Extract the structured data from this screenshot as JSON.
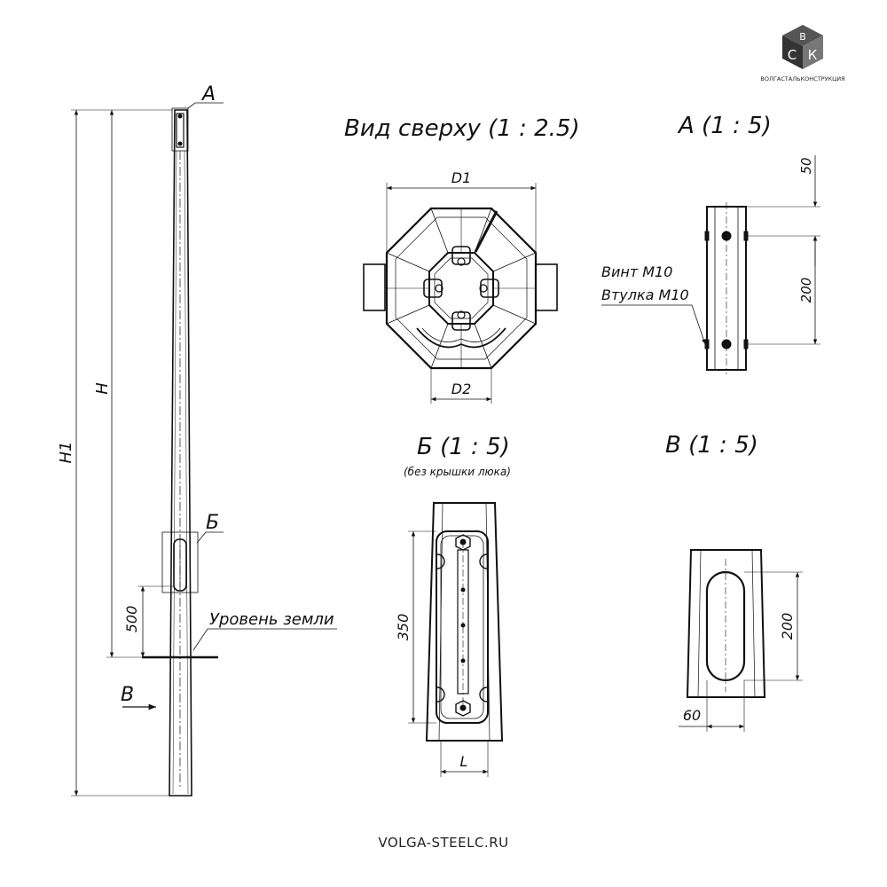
{
  "logo": {
    "letters": [
      "В",
      "С",
      "К"
    ],
    "company": "ВОЛГАСТАЛЬКОНСТРУКЦИЯ"
  },
  "footer": {
    "url": "VOLGA-STEELC.RU"
  },
  "pole": {
    "labels": {
      "a": "А",
      "b": "Б",
      "v": "В",
      "h": "H",
      "h1": "H1",
      "d500": "500",
      "ground": "Уровень земли"
    }
  },
  "views": {
    "top": {
      "title": "Вид сверху (1 : 2.5)",
      "d1": "D1",
      "d2": "D2"
    },
    "a": {
      "title": "А (1 : 5)",
      "dim50": "50",
      "dim200": "200",
      "screw": "Винт М10",
      "sleeve": "Втулка М10"
    },
    "b": {
      "title": "Б (1 : 5)",
      "subtitle": "(без крышки люка)",
      "dim350": "350",
      "dimL": "L"
    },
    "v": {
      "title": "В (1 : 5)",
      "dim200": "200",
      "dim60": "60"
    }
  }
}
